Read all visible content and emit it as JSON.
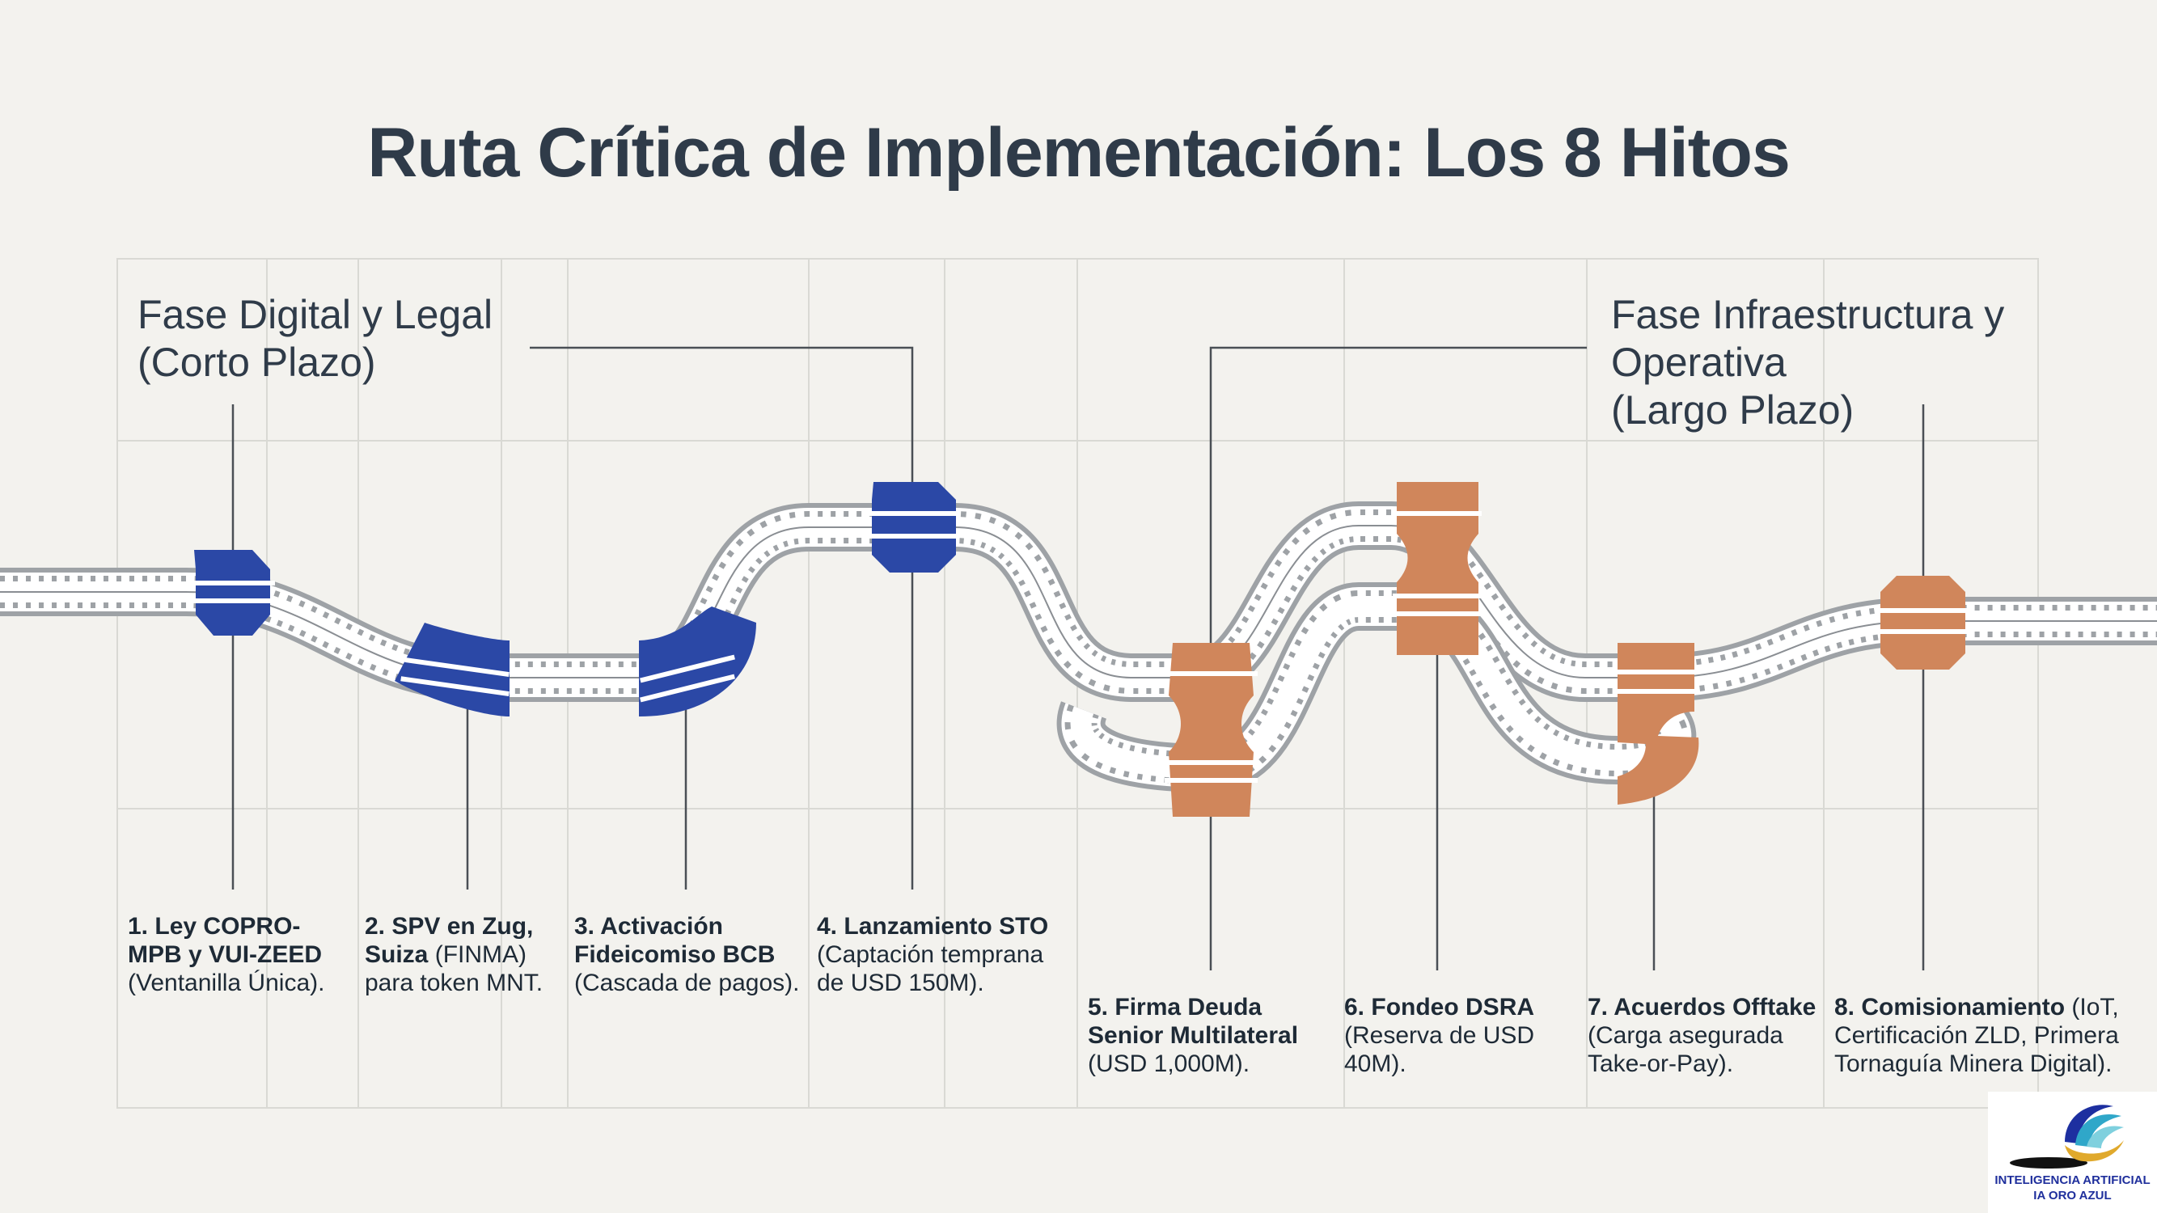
{
  "title": "Ruta Crítica de Implementación: Los 8 Hitos",
  "phases": {
    "left": "Fase Digital y Legal\n(Corto Plazo)",
    "right": "Fase Infraestructura y\nOperativa\n(Largo Plazo)"
  },
  "colors": {
    "digital_phase": "#2b48a6",
    "infrastructure_phase": "#d0865b",
    "text": "#2f3b49",
    "grid": "#d9d9d4",
    "rail": "#9ea2a6"
  },
  "milestones": [
    {
      "number": "1.",
      "bold": "Ley COPRO-MPB y VUI-ZEED",
      "normal": "(Ventanilla Única).",
      "phase": "digital"
    },
    {
      "number": "2.",
      "bold": "SPV en Zug, Suiza",
      "normal": "(FINMA) para token MNT.",
      "phase": "digital"
    },
    {
      "number": "3.",
      "bold": "Activación Fideicomiso BCB",
      "normal": "(Cascada de pagos).",
      "phase": "digital"
    },
    {
      "number": "4.",
      "bold": "Lanzamiento STO",
      "normal": "(Captación temprana de USD 150M).",
      "phase": "digital"
    },
    {
      "number": "5.",
      "bold": "Firma Deuda Senior Multilateral",
      "normal": "(USD 1,000M).",
      "phase": "infrastructure"
    },
    {
      "number": "6.",
      "bold": "Fondeo DSRA",
      "normal": "(Reserva de USD 40M).",
      "phase": "infrastructure"
    },
    {
      "number": "7.",
      "bold": "Acuerdos Offtake",
      "normal": "(Carga asegurada Take-or-Pay).",
      "phase": "infrastructure"
    },
    {
      "number": "8.",
      "bold": "Comisionamiento",
      "normal": "(IoT, Certificación ZLD, Primera Tornaguía Minera Digital).",
      "phase": "infrastructure"
    }
  ],
  "logo": {
    "icon": "ia-oro-azul-logo",
    "text": "INTELIGENCIA ARTIFICIAL\nIA ORO AZUL"
  }
}
